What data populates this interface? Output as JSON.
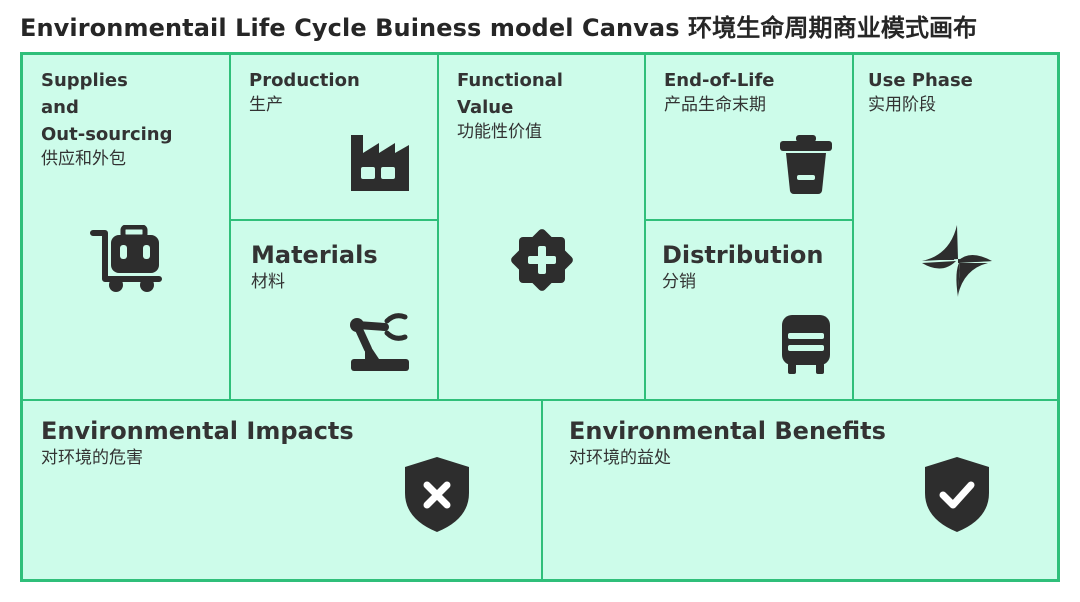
{
  "title": "Environmentail Life Cycle Buiness model Canvas  环境生命周期商业模式画布",
  "colors": {
    "cell_fill": "#cdfcea",
    "border": "#2fbf7a",
    "icon": "#2d2d2d"
  },
  "cells": {
    "supplies": {
      "en": "Supplies\nand\nOut-sourcing",
      "cn": "供应和外包",
      "icon": "luggage-cart-icon"
    },
    "production": {
      "en": "Production",
      "cn": "生产",
      "icon": "factory-icon"
    },
    "materials": {
      "en": "Materials",
      "cn": "材料",
      "icon": "robotic-arm-icon"
    },
    "functional_value": {
      "en": "Functional\nValue",
      "cn": "功能性价值",
      "icon": "plus-badge-icon"
    },
    "end_of_life": {
      "en": "End-of-Life",
      "cn": "产品生命末期",
      "icon": "trash-bin-icon"
    },
    "distribution": {
      "en": "Distribution",
      "cn": "分销",
      "icon": "bus-icon"
    },
    "use_phase": {
      "en": "Use Phase",
      "cn": "实用阶段",
      "icon": "sparkle-star-icon"
    },
    "impacts": {
      "en": "Environmental Impacts",
      "cn": "对环境的危害",
      "icon": "shield-x-icon"
    },
    "benefits": {
      "en": "Environmental Benefits",
      "cn": "对环境的益处",
      "icon": "shield-check-icon"
    }
  }
}
